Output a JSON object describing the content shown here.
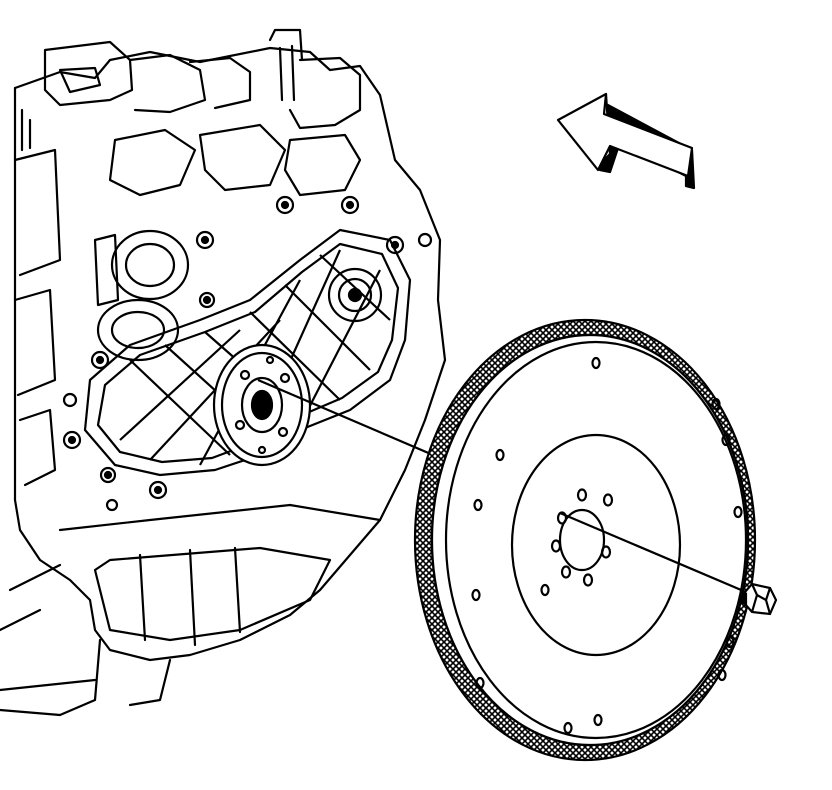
{
  "diagram": {
    "kind": "exploded-view line illustration",
    "components": [
      "engine-block",
      "engine-rear-cover",
      "crankshaft-flange",
      "flywheel",
      "flywheel-bolt",
      "direction-arrow"
    ],
    "colors": {
      "ink": "#000000",
      "paper": "#ffffff"
    }
  }
}
